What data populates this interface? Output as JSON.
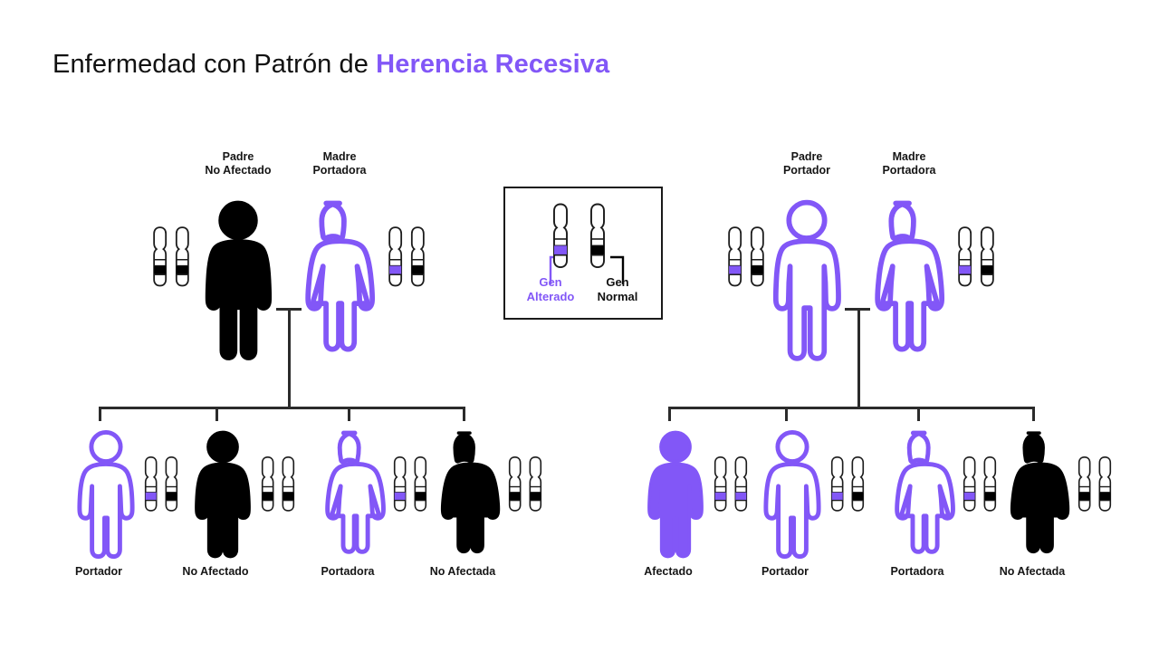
{
  "title": {
    "prefix": "Enfermedad con Patrón de ",
    "accent": "Herencia Recesiva"
  },
  "colors": {
    "altered_gene": "#8257f7",
    "normal_gene": "#000000",
    "line": "#2b2b2b",
    "background": "#ffffff",
    "text": "#151515"
  },
  "legend": {
    "altered": {
      "line1": "Gen",
      "line2": "Alterado"
    },
    "normal": {
      "line1": "Gen",
      "line2": "Normal"
    }
  },
  "families": [
    {
      "id": "left-family",
      "parents": [
        {
          "role": "father",
          "line1": "Padre",
          "line2": "No Afectado",
          "status": "unaffected",
          "sex": "male",
          "genotype": [
            "normal",
            "normal"
          ]
        },
        {
          "role": "mother",
          "line1": "Madre",
          "line2": "Portadora",
          "status": "carrier",
          "sex": "female",
          "genotype": [
            "altered",
            "normal"
          ]
        }
      ],
      "children": [
        {
          "label": "Portador",
          "status": "carrier",
          "sex": "male",
          "genotype": [
            "altered",
            "normal"
          ]
        },
        {
          "label": "No Afectado",
          "status": "unaffected",
          "sex": "male",
          "genotype": [
            "normal",
            "normal"
          ]
        },
        {
          "label": "Portadora",
          "status": "carrier",
          "sex": "female",
          "genotype": [
            "altered",
            "normal"
          ]
        },
        {
          "label": "No Afectada",
          "status": "unaffected",
          "sex": "female",
          "genotype": [
            "normal",
            "normal"
          ]
        }
      ]
    },
    {
      "id": "right-family",
      "parents": [
        {
          "role": "father",
          "line1": "Padre",
          "line2": "Portador",
          "status": "carrier",
          "sex": "male",
          "genotype": [
            "altered",
            "normal"
          ]
        },
        {
          "role": "mother",
          "line1": "Madre",
          "line2": "Portadora",
          "status": "carrier",
          "sex": "female",
          "genotype": [
            "altered",
            "normal"
          ]
        }
      ],
      "children": [
        {
          "label": "Afectado",
          "status": "affected",
          "sex": "male",
          "genotype": [
            "altered",
            "altered"
          ]
        },
        {
          "label": "Portador",
          "status": "carrier",
          "sex": "male",
          "genotype": [
            "altered",
            "normal"
          ]
        },
        {
          "label": "Portadora",
          "status": "carrier",
          "sex": "female",
          "genotype": [
            "altered",
            "normal"
          ]
        },
        {
          "label": "No Afectada",
          "status": "unaffected",
          "sex": "female",
          "genotype": [
            "normal",
            "normal"
          ]
        }
      ]
    }
  ]
}
